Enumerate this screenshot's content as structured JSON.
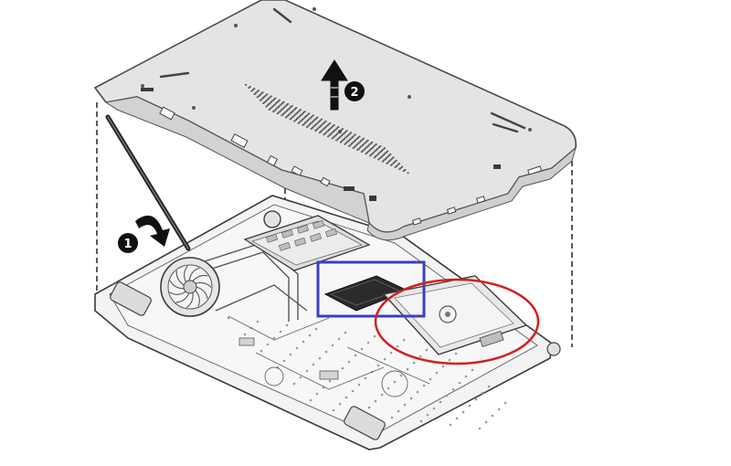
{
  "diagram": {
    "steps": [
      {
        "number": "1",
        "action": "pry"
      },
      {
        "number": "2",
        "action": "lift"
      }
    ],
    "highlights": [
      {
        "shape": "rectangle",
        "color": "#3a3fbf",
        "target": "wlan-module"
      },
      {
        "shape": "ellipse",
        "color": "#d42020",
        "target": "storage-drive"
      }
    ],
    "colors": {
      "cover_fill": "#e4e4e4",
      "cover_stroke": "#4a4a4a",
      "chassis_fill": "#f3f3f3",
      "component_fill": "#d8d8d8",
      "line": "#333333",
      "badge": "#111111"
    }
  }
}
